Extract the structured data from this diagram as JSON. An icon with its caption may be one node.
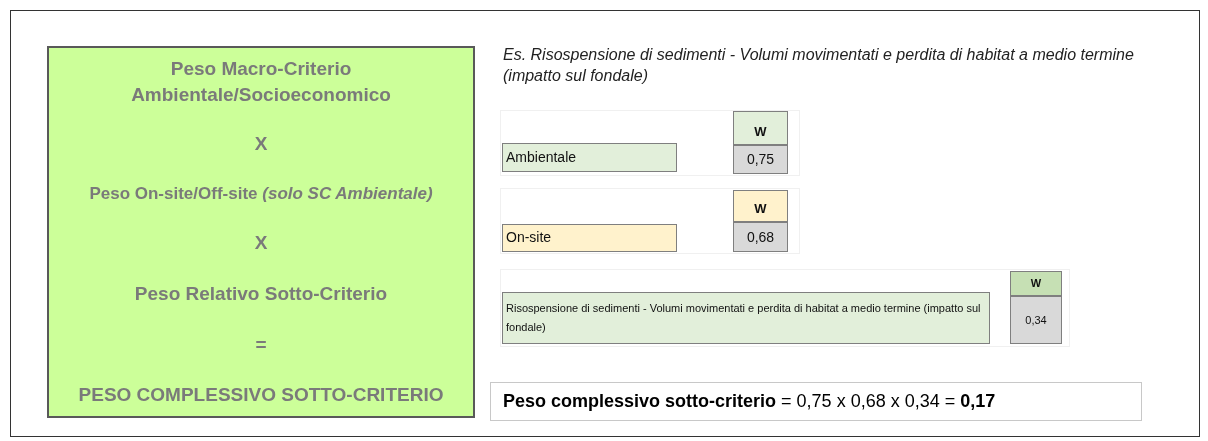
{
  "diagram": {
    "nodes": [
      {
        "text": [
          "Peso Macro-Criterio Ambientale/Socioeconomico",
          "X",
          "Peso On-site/Off-site *(solo SC Ambientale)*",
          "X",
          "Peso Relativo Sotto-Criterio",
          "=",
          "PESO COMPLESSIVO SOTTO-CRITERIO"
        ]
      },
      {
        "text": [
          "Ambientale"
        ]
      },
      {
        "text": [
          "W"
        ]
      },
      {
        "text": [
          "0,75"
        ]
      },
      {
        "text": [
          "On-site"
        ]
      },
      {
        "text": [
          "W"
        ]
      },
      {
        "text": [
          "0,68"
        ]
      },
      {
        "text": [
          "Risospensione di sedimenti - Volumi movimentati e perdita di habitat a medio termine (impatto sul fondale)"
        ]
      },
      {
        "text": [
          "W"
        ]
      },
      {
        "text": [
          "0,34"
        ]
      },
      {
        "text": [
          "**Peso complessivo sotto-criterio** = 0,75 x 0,68 x 0,34 = **0,17**"
        ]
      }
    ],
    "labels": [
      "Es. Risospensione di sedimenti - Volumi movimentati e perdita di habitat a medio termine (impatto sul fondale)"
    ]
  }
}
